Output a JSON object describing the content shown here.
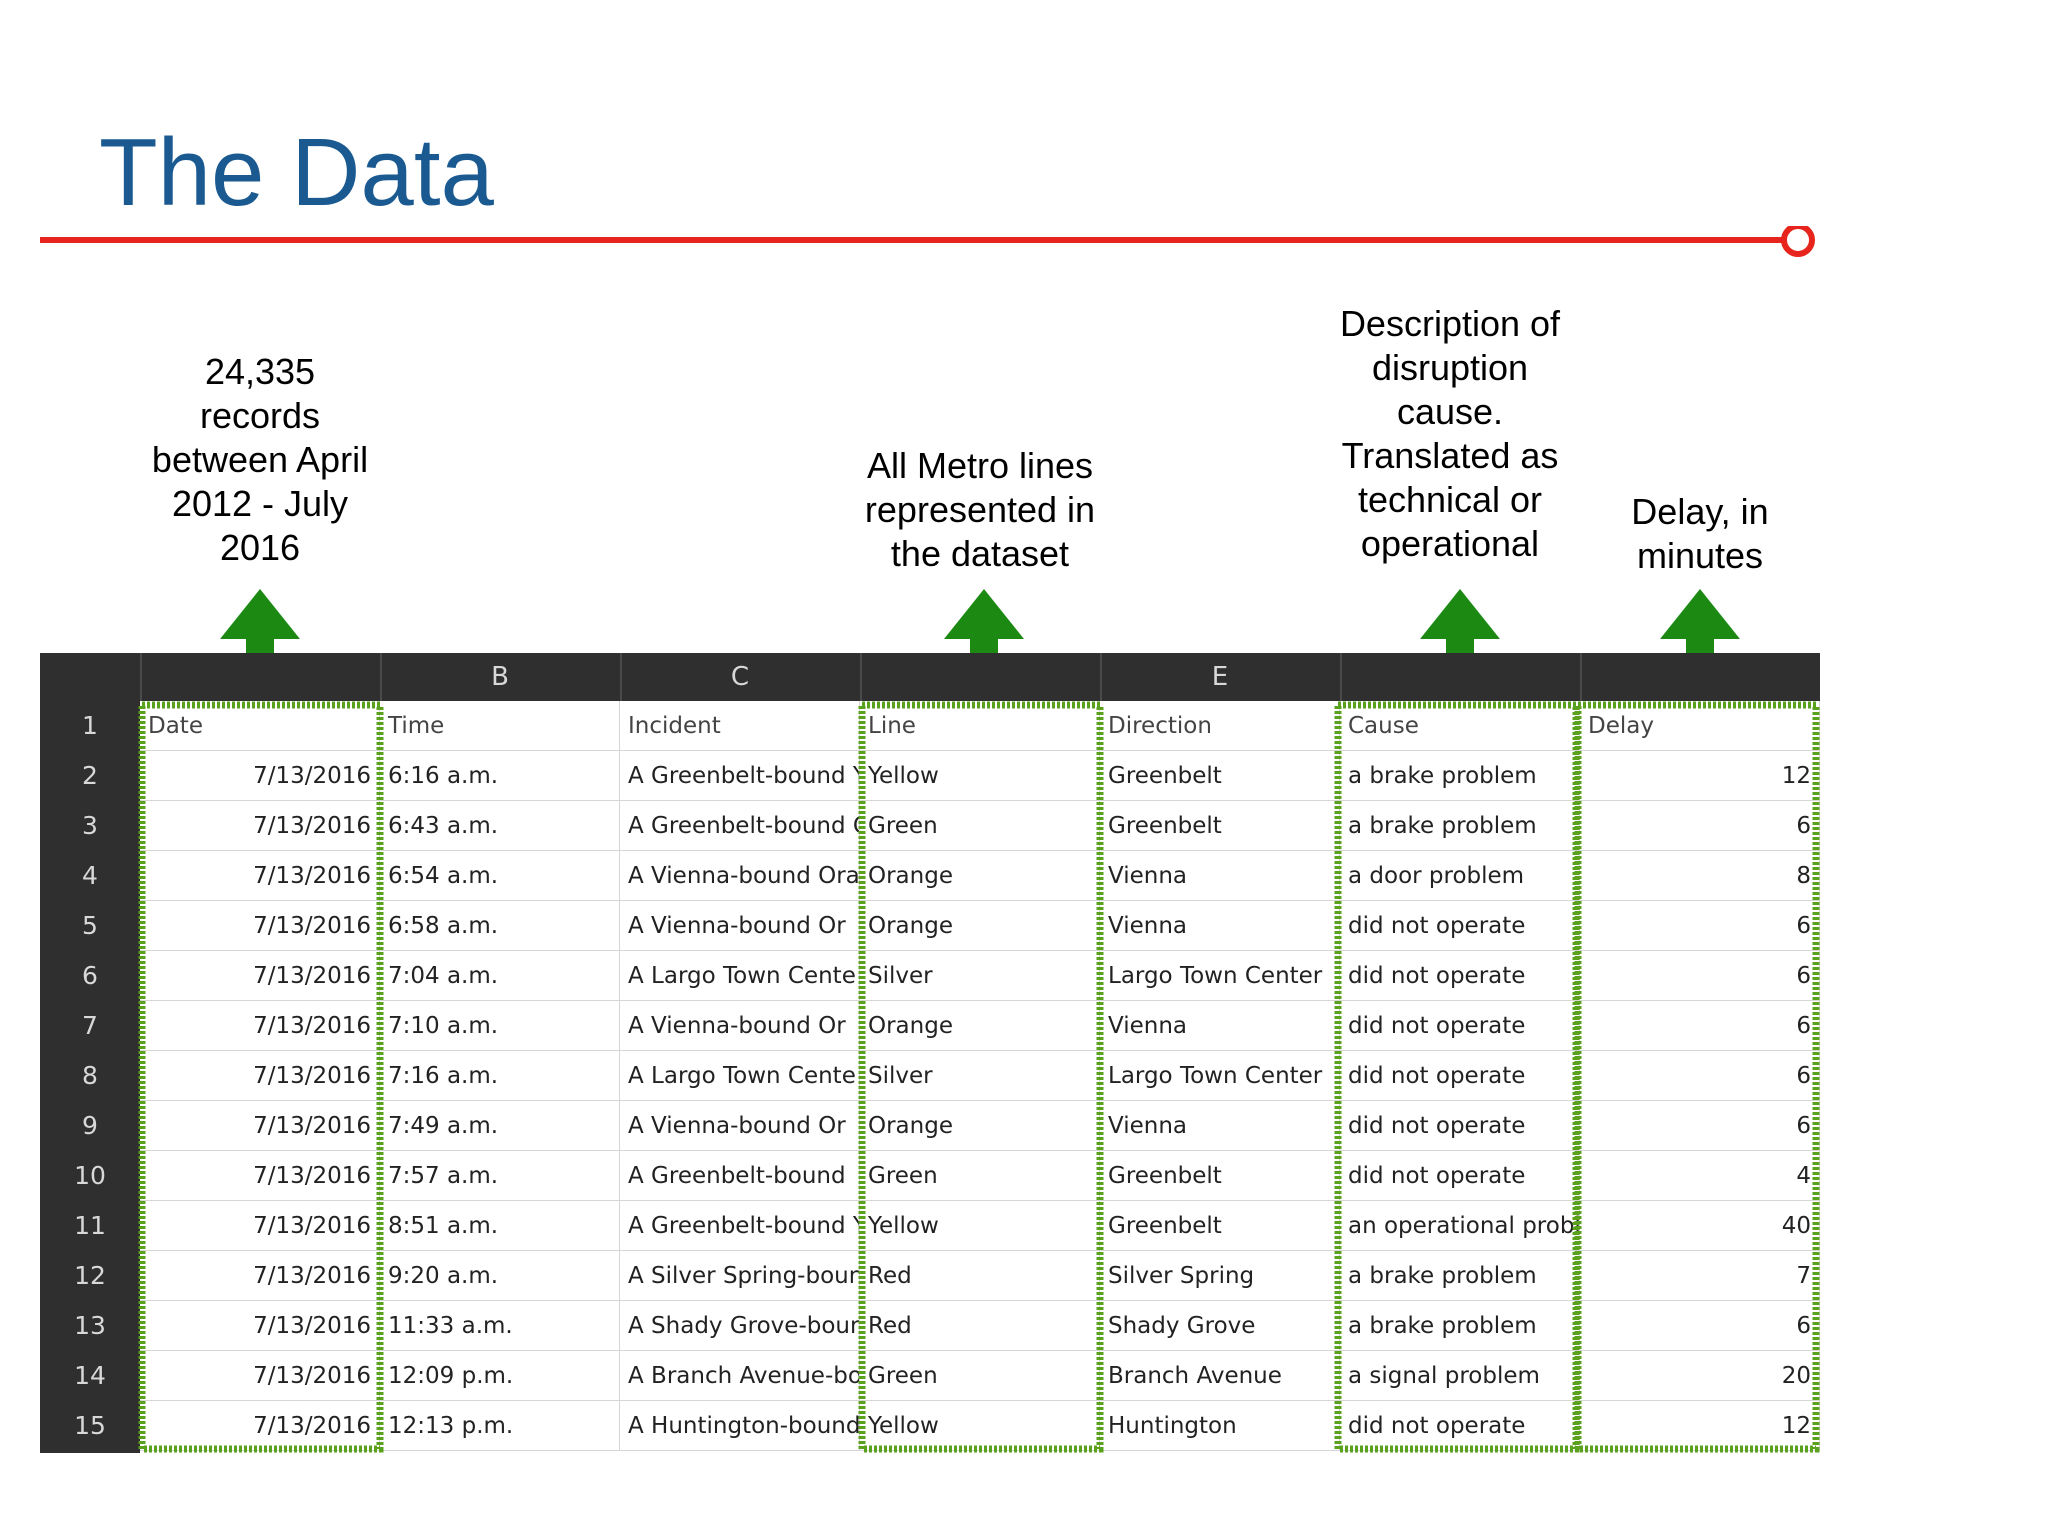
{
  "slide": {
    "title": "The Data"
  },
  "callouts": {
    "date": [
      "24,335",
      "records",
      "between April",
      "2012 - July",
      "2016"
    ],
    "line": [
      "All Metro lines",
      "represented in",
      "the dataset"
    ],
    "cause": [
      "Description of",
      "disruption",
      "cause.",
      "Translated as",
      "technical or",
      "operational"
    ],
    "delay": [
      "Delay, in",
      "minutes"
    ]
  },
  "colors": {
    "title": "#1a5a91",
    "rule": "#e8251c",
    "arrow": "#1c8a12",
    "highlight": "#5aa21d",
    "sheet_header": "#2f2f2f"
  },
  "sheet": {
    "column_letters": [
      "",
      "B",
      "C",
      "",
      "E",
      "",
      ""
    ],
    "row_numbers": [
      "1",
      "2",
      "3",
      "4",
      "5",
      "6",
      "7",
      "8",
      "9",
      "10",
      "11",
      "12",
      "13",
      "14",
      "15"
    ],
    "headers": [
      "Date",
      "Time",
      "Incident",
      "Line",
      "Direction",
      "Cause",
      "Delay"
    ],
    "rows": [
      [
        "7/13/2016",
        "6:16 a.m.",
        "A Greenbelt-bound Y",
        "Yellow",
        "Greenbelt",
        "a brake problem",
        "12"
      ],
      [
        "7/13/2016",
        "6:43 a.m.",
        "A Greenbelt-bound G",
        "Green",
        "Greenbelt",
        "a brake problem",
        "6"
      ],
      [
        "7/13/2016",
        "6:54 a.m.",
        "A Vienna-bound Ora",
        "Orange",
        "Vienna",
        "a door problem",
        "8"
      ],
      [
        "7/13/2016",
        "6:58 a.m.",
        " A Vienna-bound Or",
        "Orange",
        "Vienna",
        "did not operate",
        "6"
      ],
      [
        "7/13/2016",
        "7:04 a.m.",
        " A Largo Town Cente",
        "Silver",
        "Largo Town Center",
        "did not operate",
        "6"
      ],
      [
        "7/13/2016",
        "7:10 a.m.",
        " A Vienna-bound Or",
        "Orange",
        "Vienna",
        "did not operate",
        "6"
      ],
      [
        "7/13/2016",
        "7:16 a.m.",
        " A Largo Town Cente",
        "Silver",
        "Largo Town Center",
        "did not operate",
        "6"
      ],
      [
        "7/13/2016",
        "7:49 a.m.",
        " A Vienna-bound Or",
        "Orange",
        "Vienna",
        "did not operate",
        "6"
      ],
      [
        "7/13/2016",
        "7:57 a.m.",
        " A Greenbelt-bound",
        "Green",
        "Greenbelt",
        "did not operate",
        "4"
      ],
      [
        "7/13/2016",
        "8:51 a.m.",
        "A Greenbelt-bound Y",
        "Yellow",
        "Greenbelt",
        "an operational probl",
        "40"
      ],
      [
        "7/13/2016",
        "9:20 a.m.",
        "A Silver Spring-boun",
        "Red",
        "Silver Spring",
        "a brake problem",
        "7"
      ],
      [
        "7/13/2016",
        "11:33 a.m.",
        "A Shady Grove-boun",
        "Red",
        "Shady Grove",
        "a brake problem",
        "6"
      ],
      [
        "7/13/2016",
        "12:09 p.m.",
        "A Branch Avenue-bo",
        "Green",
        "Branch Avenue",
        "a signal problem",
        "20"
      ],
      [
        "7/13/2016",
        "12:13 p.m.",
        " A Huntington-bound",
        "Yellow",
        "Huntington",
        "did not operate",
        "12"
      ]
    ]
  }
}
